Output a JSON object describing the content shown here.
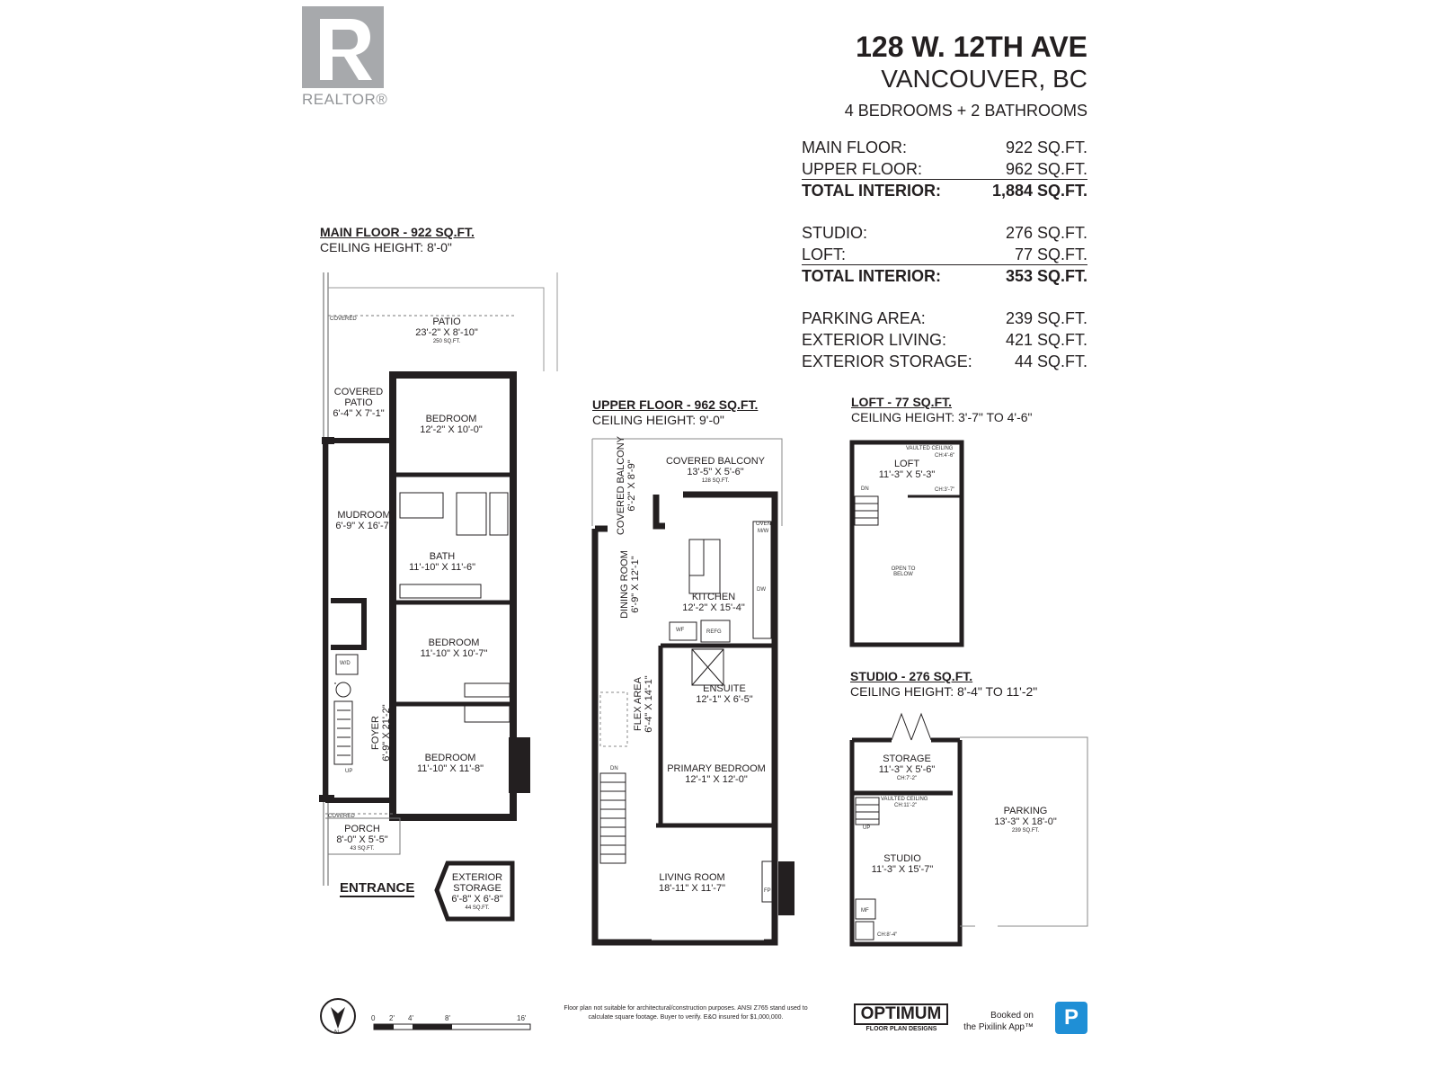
{
  "logo": {
    "text": "REALTOR®",
    "color": "#a7a9ac"
  },
  "header": {
    "address": "128 W. 12TH AVE",
    "city": "VANCOUVER, BC",
    "summary": "4 BEDROOMS + 2 BATHROOMS"
  },
  "areas": [
    {
      "label": "MAIN FLOOR:",
      "value": "922 SQ.FT."
    },
    {
      "label": "UPPER FLOOR:",
      "value": "962 SQ.FT."
    },
    {
      "label": "TOTAL INTERIOR:",
      "value": "1,884 SQ.FT."
    },
    {
      "label": "STUDIO:",
      "value": "276 SQ.FT."
    },
    {
      "label": "LOFT:",
      "value": "77 SQ.FT."
    },
    {
      "label": "TOTAL INTERIOR:",
      "value": "353 SQ.FT."
    },
    {
      "label": "PARKING AREA:",
      "value": "239 SQ.FT."
    },
    {
      "label": "EXTERIOR LIVING:",
      "value": "421 SQ.FT."
    },
    {
      "label": "EXTERIOR STORAGE:",
      "value": "44 SQ.FT."
    }
  ],
  "main_floor": {
    "title": "MAIN FLOOR - 922 SQ.FT.",
    "ceiling": "CEILING HEIGHT: 8'-0\"",
    "rooms": {
      "patio": {
        "name": "PATIO",
        "dims": "23'-2\" X 8'-10\"",
        "area": "250 SQ.FT.",
        "note": "COVERED"
      },
      "covered_patio": {
        "name": "COVERED PATIO",
        "dims": "6'-4\" X 7'-1\""
      },
      "bedroom1": {
        "name": "BEDROOM",
        "dims": "12'-2\" X 10'-0\""
      },
      "mudroom": {
        "name": "MUDROOM",
        "dims": "6'-9\" X 16'-7\""
      },
      "bath": {
        "name": "BATH",
        "dims": "11'-10\" X 11'-6\""
      },
      "bedroom2": {
        "name": "BEDROOM",
        "dims": "11'-10\" X 10'-7\""
      },
      "bedroom3": {
        "name": "BEDROOM",
        "dims": "11'-10\" X 11'-8\""
      },
      "foyer": {
        "name": "FOYER",
        "dims": "6'-9\" X 21'-2\""
      },
      "porch": {
        "name": "PORCH",
        "dims": "8'-0\" X 5'-5\"",
        "area": "43 SQ.FT.",
        "note": "COVERED"
      },
      "ext_storage": {
        "name": "EXTERIOR STORAGE",
        "dims": "6'-8\" X 6'-8\"",
        "area": "44 SQ.FT."
      }
    },
    "wd": "W/D",
    "up": "UP",
    "entrance": "ENTRANCE"
  },
  "upper_floor": {
    "title": "UPPER FLOOR - 962 SQ.FT.",
    "ceiling": "CEILING HEIGHT: 9'-0\"",
    "rooms": {
      "covered_balcony": {
        "name": "COVERED BALCONY",
        "dims": "13'-5\" X 5'-6\"",
        "area": "128 SQ.FT."
      },
      "side_balcony": {
        "name": "COVERED BALCONY",
        "dims": "6'-2\" X 8'-9\""
      },
      "dining": {
        "name": "DINING ROOM",
        "dims": "6'-9\" X 12'-1\""
      },
      "kitchen": {
        "name": "KITCHEN",
        "dims": "12'-2\" X 15'-4\""
      },
      "ensuite": {
        "name": "ENSUITE",
        "dims": "12'-1\" X 6'-5\""
      },
      "flex": {
        "name": "FLEX AREA",
        "dims": "6'-4\" X 14'-1\""
      },
      "primary": {
        "name": "PRIMARY BEDROOM",
        "dims": "12'-1\" X 12'-0\""
      },
      "living": {
        "name": "LIVING ROOM",
        "dims": "18'-11\" X 11'-7\""
      }
    },
    "appliances": {
      "oven": "OVEN",
      "mw": "M/W",
      "dw": "DW",
      "wf": "WF",
      "refg": "REFG",
      "fp": "FP"
    },
    "dn": "DN"
  },
  "loft": {
    "title": "LOFT - 77 SQ.FT.",
    "ceiling": "CEILING HEIGHT: 3'-7\" TO 4'-6\"",
    "name": "LOFT",
    "dims": "11'-3\" X 5'-3\"",
    "vaulted": "VAULTED CEILING",
    "ch1": "CH:4'-6\"",
    "ch2": "CH:3'-7\"",
    "dn": "DN",
    "open": "OPEN TO BELOW"
  },
  "studio": {
    "title": "STUDIO - 276 SQ.FT.",
    "ceiling": "CEILING HEIGHT: 8'-4\" TO 11'-2\"",
    "storage": {
      "name": "STORAGE",
      "dims": "11'-3\" X 5'-6\"",
      "ch": "CH:7'-2\""
    },
    "vaulted": "VAULTED CEILING",
    "vaulted_ch": "CH:11'-2\"",
    "up": "UP",
    "studio": {
      "name": "STUDIO",
      "dims": "11'-3\" X 15'-7\""
    },
    "mf": "MF",
    "ch": "CH:8'-4\"",
    "parking": {
      "name": "PARKING",
      "dims": "13'-3\" X 18'-0\"",
      "area": "239 SQ.FT."
    }
  },
  "footer": {
    "scale": [
      "0",
      "2'",
      "4'",
      "8'",
      "16'"
    ],
    "compass": "N",
    "disclaimer1": "Floor plan not suitable for architectural/construction purposes. ANSI Z765 stand used to",
    "disclaimer2": "calculate square footage. Buyer to verify.  E&O insured for $1,000,000.",
    "optimum": "OPTIMUM",
    "optimum_sub": "FLOOR PLAN DESIGNS",
    "booked1": "Booked on",
    "booked2": "the Pixilink App™",
    "pixilink_icon": "P",
    "pixilink_color": "#1f8fd6"
  }
}
